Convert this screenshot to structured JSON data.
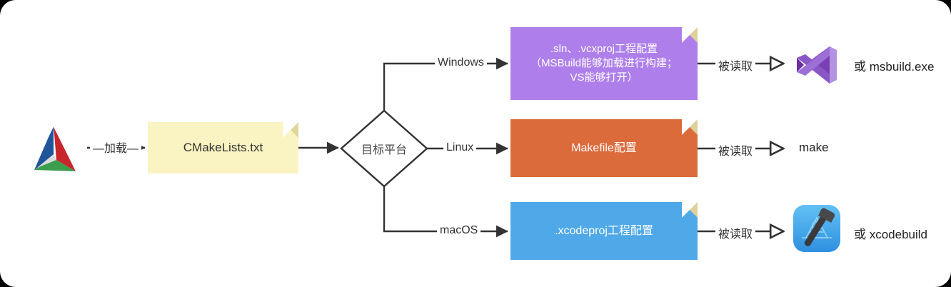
{
  "diagram": {
    "title": "CMake build-system generation flow",
    "background": "#ffffff",
    "line_color": "#333333"
  },
  "nodes": {
    "cmake_logo": {
      "icon": "cmake-logo-icon",
      "name": "CMake"
    },
    "cmakelists": {
      "label": "CMakeLists.txt",
      "fill": "#FAF3C2",
      "text_color": "#333333"
    },
    "decision": {
      "label": "目标平台",
      "fill": "#ffffff",
      "stroke": "#333333"
    },
    "windows_note": {
      "line1": ".sln、.vcxproj工程配置",
      "line2": "（MSBuild能够加载进行构建；",
      "line3": "VS能够打开）",
      "fill": "#AE7FEA",
      "text_color": "#ffffff"
    },
    "linux_note": {
      "label": "Makefile配置",
      "fill": "#DC6B3C",
      "text_color": "#ffffff"
    },
    "macos_note": {
      "label": ".xcodeproj工程配置",
      "fill": "#4FA8E8",
      "text_color": "#ffffff"
    },
    "vs_result": {
      "icon": "visual-studio-icon",
      "label": "或 msbuild.exe"
    },
    "make_result": {
      "icon": "",
      "label": "make"
    },
    "xcode_result": {
      "icon": "xcode-icon",
      "label": "或 xcodebuild"
    }
  },
  "edges": {
    "load": "—加载—",
    "branch_windows": "Windows",
    "branch_linux": "Linux",
    "branch_macos": "macOS",
    "read_windows": "被读取",
    "read_linux": "被读取",
    "read_macos": "被读取"
  }
}
